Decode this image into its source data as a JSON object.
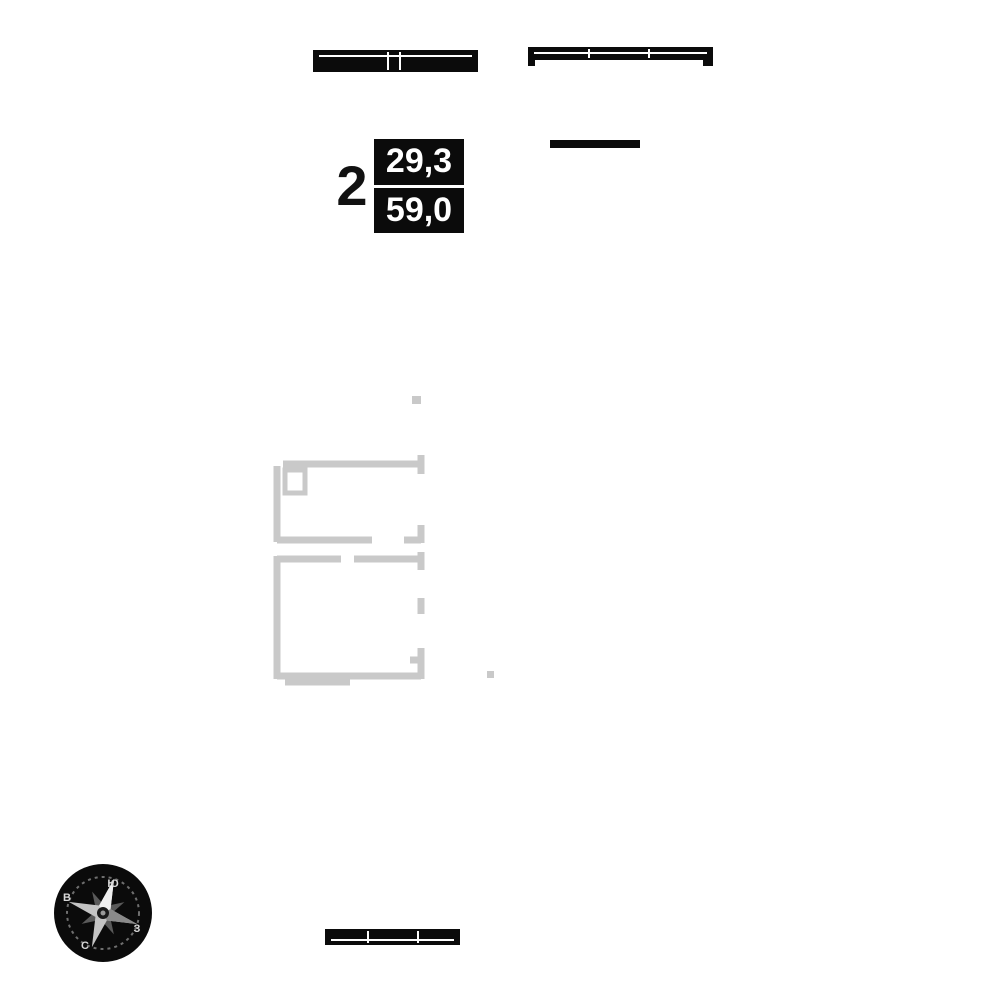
{
  "colors": {
    "background": "#ffffff",
    "wall_dark": "#0b0b0b",
    "wall_light": "#c9c9c9",
    "text_on_dark": "#ffffff",
    "text_dark": "#111111"
  },
  "apartment_card": {
    "rooms": "2",
    "living_area": "29,3",
    "total_area": "59,0"
  },
  "compass": {
    "labels": {
      "top": "Ю",
      "left": "В",
      "right": "З",
      "bottom": "С"
    }
  }
}
